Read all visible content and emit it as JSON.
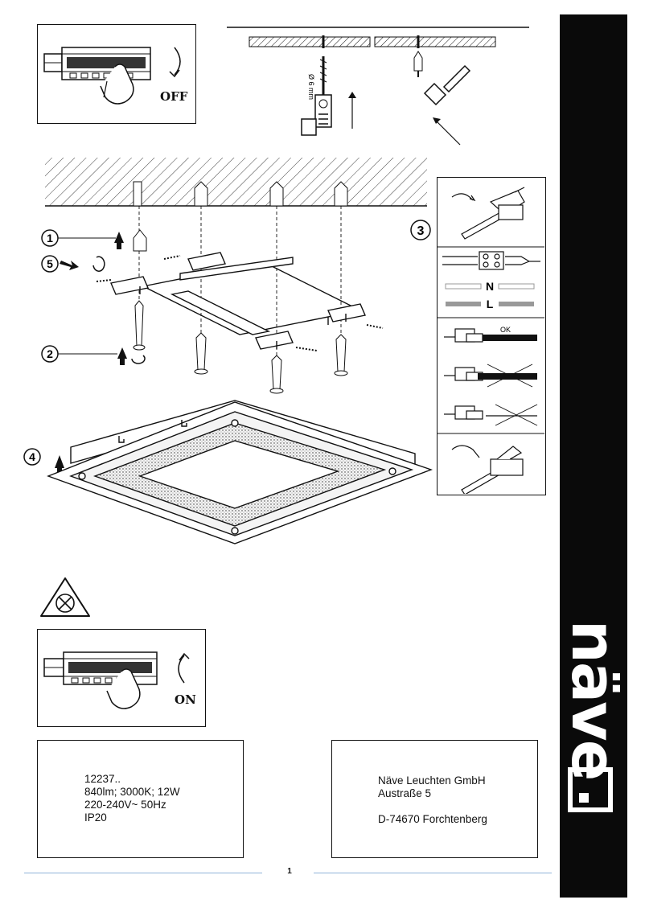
{
  "steps": {
    "switch_off_label": "OFF",
    "switch_on_label": "ON",
    "drill_size": "Ø 6 mm",
    "step_1": "1",
    "step_2": "2",
    "step_3": "3",
    "step_4": "4",
    "step_5": "5"
  },
  "wiring": {
    "neutral_label": "N",
    "live_label": "L",
    "ok_label": "OK"
  },
  "product": {
    "lines": [
      "12237..",
      "840lm; 3000K; 12W",
      "220-240V~ 50Hz",
      "IP20"
    ]
  },
  "manufacturer": {
    "lines": [
      "Näve Leuchten GmbH",
      "Austraße 5",
      "",
      "D-74670 Forchtenberg"
    ]
  },
  "brand": {
    "name": "näve"
  },
  "footer": {
    "page_number": "1"
  },
  "icons": [
    "breaker-switch-icon",
    "rotate-arrow-icon",
    "hammer-icon",
    "no-dimmer-warning-icon",
    "wire-connector-icon"
  ],
  "colors": {
    "sidebar": "#0a0a0a",
    "footer_rule": "#8fb3d9"
  }
}
